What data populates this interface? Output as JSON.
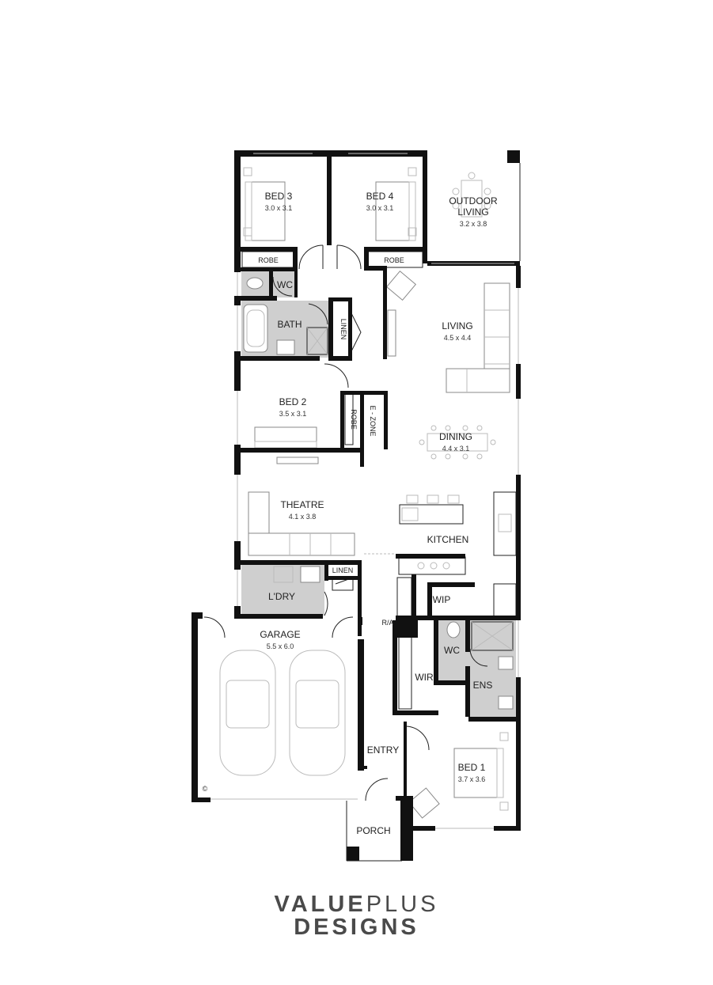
{
  "rooms": {
    "bed3": {
      "name": "BED 3",
      "dims": "3.0 x 3.1"
    },
    "bed4": {
      "name": "BED 4",
      "dims": "3.0 x 3.1"
    },
    "outdoor": {
      "name1": "OUTDOOR",
      "name2": "LIVING",
      "dims": "3.2 x 3.8"
    },
    "robe_bed3": "ROBE",
    "robe_bed4": "ROBE",
    "wc_upper": "WC",
    "bath": "BATH",
    "linen_upper": "LINEN",
    "living": {
      "name": "LIVING",
      "dims": "4.5 x 4.4"
    },
    "bed2": {
      "name": "BED 2",
      "dims": "3.5 x 3.1"
    },
    "robe_bed2": "ROBE",
    "ezone": "E - ZONE",
    "dining": {
      "name": "DINING",
      "dims": "4.4 x 3.1"
    },
    "theatre": {
      "name": "THEATRE",
      "dims": "4.1 x 3.8"
    },
    "kitchen": "KITCHEN",
    "linen_lower": "LINEN",
    "laundry": "L'DRY",
    "wip": "WIP",
    "ra": "R/A",
    "garage": {
      "name": "GARAGE",
      "dims": "5.5 x 6.0"
    },
    "wc_ens": "WC",
    "wir": "WIR",
    "ens": "ENS",
    "entry": "ENTRY",
    "bed1": {
      "name": "BED 1",
      "dims": "3.7 x 3.6"
    },
    "porch": "PORCH"
  },
  "brand": {
    "line1_bold": "VALUE",
    "line1_light": "PLUS",
    "line2": "DESIGNS"
  },
  "copyright_symbol": "©",
  "colors": {
    "wall": "#111111",
    "wet_area": "#cfcfcf",
    "brand": "#4a4a4a"
  }
}
